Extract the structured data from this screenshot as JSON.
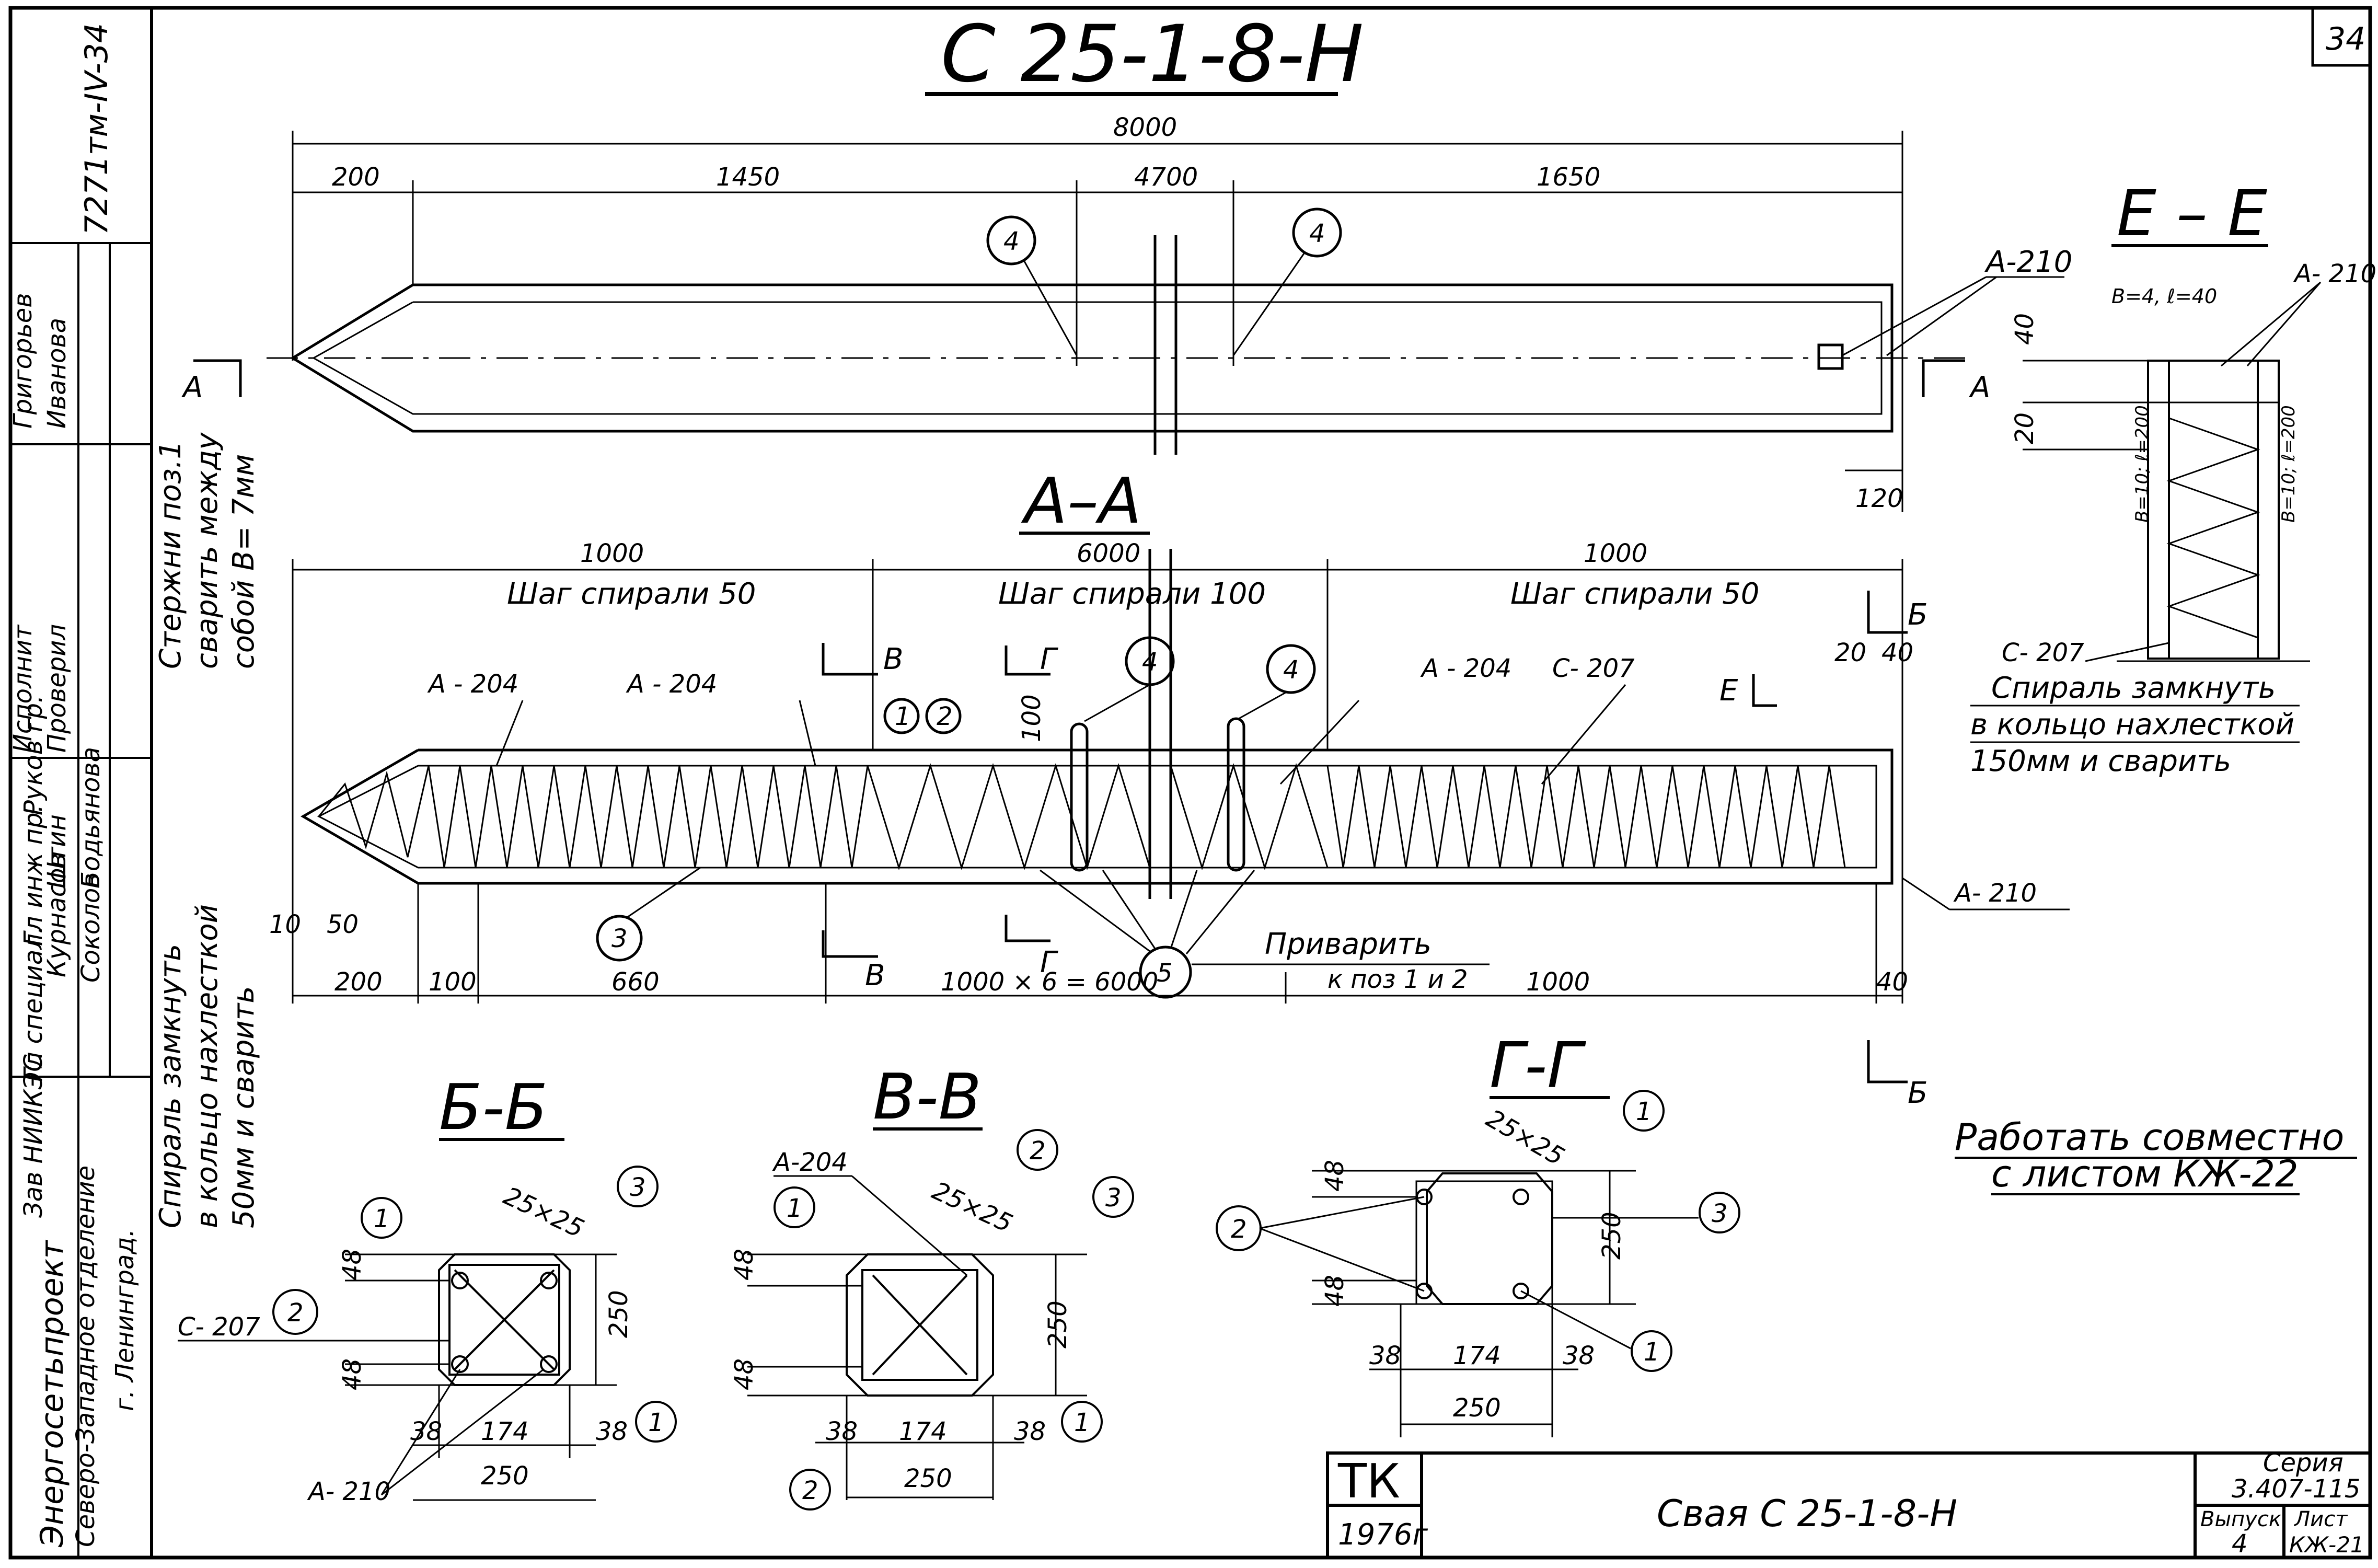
{
  "sheet": {
    "number": "34",
    "title": "С 25-1-8-Н",
    "inventory": "7271тм-IV-34"
  },
  "elevation": {
    "dims": {
      "total": "8000",
      "d1": "200",
      "d2": "1450",
      "d3": "4700",
      "d4": "1650",
      "end": "120"
    },
    "callouts": {
      "pos4": "4",
      "plate": "А-210"
    },
    "section_mark": "А"
  },
  "section_aa": {
    "title": "А–А",
    "dims_top": {
      "left": "1000",
      "mid": "6000",
      "right": "1000"
    },
    "pitch": {
      "left": "Шаг спирали 50",
      "mid": "Шаг спирали 100",
      "right": "Шаг спирали 50"
    },
    "labels": {
      "a204": "А - 204",
      "c207": "С- 207",
      "a210": "А- 210",
      "p1": "1",
      "p2": "2",
      "p3": "3",
      "p4": "4",
      "p5": "5",
      "dim100": "100",
      "dim40": "40",
      "dim20": "20",
      "dim10": "10",
      "dim50": "50",
      "weld": "Приварить",
      "weld2": "к поз 1 и 2"
    },
    "dims_bottom": {
      "a": "200",
      "b": "100",
      "c": "660",
      "d": "1000 × 6 = 6000",
      "e": "1000",
      "f": "40"
    },
    "cuts": {
      "b": "Б",
      "v": "В",
      "g": "Г",
      "e": "Е"
    }
  },
  "notes": {
    "left_top": [
      "Стержни поз.1",
      "сварить между",
      "собой  В= 7мм"
    ],
    "left_bottom": [
      "Спираль замкнуть",
      "в кольцо нахлесткой",
      "50мм и сварить"
    ],
    "right": [
      "Спираль замкнуть",
      "в кольцо нахлесткой",
      "150мм и сварить"
    ],
    "together": [
      "Работать совместно",
      "с листом КЖ-22"
    ]
  },
  "section_ee": {
    "title": "Е – Е",
    "labels": {
      "weld_top": "В=4, ℓ=40",
      "a210": "А- 210",
      "d40": "40",
      "d20": "20",
      "weld_side": "В=10; ℓ=200",
      "c207": "С- 207"
    }
  },
  "section_bb": {
    "title": "Б-Б",
    "labels": {
      "bar": "25×25",
      "d48": "48",
      "d250": "250",
      "d38": "38",
      "d174": "174",
      "w250": "250",
      "c207": "С- 207",
      "a210": "А- 210",
      "p1": "1",
      "p2": "2",
      "p3": "3"
    }
  },
  "section_vv": {
    "title": "В-В",
    "labels": {
      "bar": "25×25",
      "a204": "А-204",
      "d48": "48",
      "d250": "250",
      "d38": "38",
      "d174": "174",
      "w250": "250",
      "p1": "1",
      "p2": "2",
      "p3": "3"
    }
  },
  "section_gg": {
    "title": "Г-Г",
    "labels": {
      "bar": "25×25",
      "d48": "48",
      "d250": "250",
      "d38": "38",
      "d174": "174",
      "w250": "250",
      "p1": "1",
      "p2": "2",
      "p3": "3"
    }
  },
  "stamp": {
    "org": "Энергосетьпроект",
    "branch": "Северо-Западное отделение",
    "city": "г. Ленинград.",
    "roles": [
      "Зав НИИКЭС",
      "Гл специал.",
      "Гл инж пр.",
      "Руков гр.",
      "Курнасов",
      "Штин",
      "Соколов",
      "Бодьянова",
      "Исполнит",
      "Проверил",
      "Григорьев",
      "Иванова"
    ],
    "tk": "ТК",
    "year": "1976г",
    "name": "Свая С 25-1-8-Н",
    "series_label": "Серия",
    "series": "3.407-115",
    "issue_label": "Выпуск",
    "issue": "4",
    "sheet_label": "Лист",
    "sheet": "КЖ-21"
  }
}
